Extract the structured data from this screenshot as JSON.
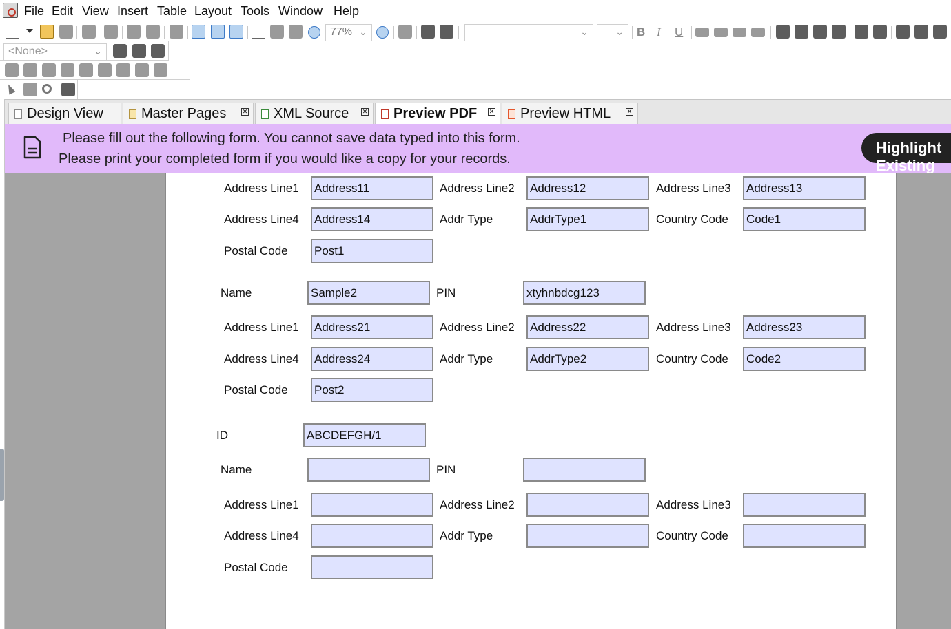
{
  "menu": [
    "File",
    "Edit",
    "View",
    "Insert",
    "Table",
    "Layout",
    "Tools",
    "Window",
    "Help"
  ],
  "toolbar": {
    "zoom": "77%",
    "style_select": "<None>",
    "format_buttons": [
      "B",
      "I",
      "U"
    ]
  },
  "tabs": [
    {
      "label": "Design View",
      "closable": false,
      "active": false
    },
    {
      "label": "Master Pages",
      "closable": true,
      "active": false
    },
    {
      "label": "XML Source",
      "closable": true,
      "active": false
    },
    {
      "label": "Preview PDF",
      "closable": true,
      "active": true
    },
    {
      "label": "Preview HTML",
      "closable": true,
      "active": false
    }
  ],
  "notice": {
    "line1": "Please fill out the following form. You cannot save data typed into this form.",
    "line2": "Please print your completed form if you would like a copy for your records.",
    "highlight_button": "Highlight Existing Fields"
  },
  "colors": {
    "banner": "#e1b9fa",
    "field_fill": "#dfe3ff",
    "field_border": "#8a8a8a"
  },
  "labels": {
    "address_line1": "Address Line1",
    "address_line2": "Address Line2",
    "address_line3": "Address Line3",
    "address_line4": "Address Line4",
    "addr_type": "Addr Type",
    "country_code": "Country Code",
    "postal_code": "Postal Code",
    "name": "Name",
    "pin": "PIN",
    "id": "ID"
  },
  "form": {
    "record1_address": {
      "address_line1": "Address11",
      "address_line2": "Address12",
      "address_line3": "Address13",
      "address_line4": "Address14",
      "addr_type": "AddrType1",
      "country_code": "Code1",
      "postal_code": "Post1"
    },
    "record2": {
      "name": "Sample2",
      "pin": "xtyhnbdcg123",
      "address_line1": "Address21",
      "address_line2": "Address22",
      "address_line3": "Address23",
      "address_line4": "Address24",
      "addr_type": "AddrType2",
      "country_code": "Code2",
      "postal_code": "Post2"
    },
    "record3": {
      "id": "ABCDEFGH/1",
      "name": "",
      "pin": "",
      "address_line1": "",
      "address_line2": "",
      "address_line3": "",
      "address_line4": "",
      "addr_type": "",
      "country_code": "",
      "postal_code": ""
    }
  }
}
